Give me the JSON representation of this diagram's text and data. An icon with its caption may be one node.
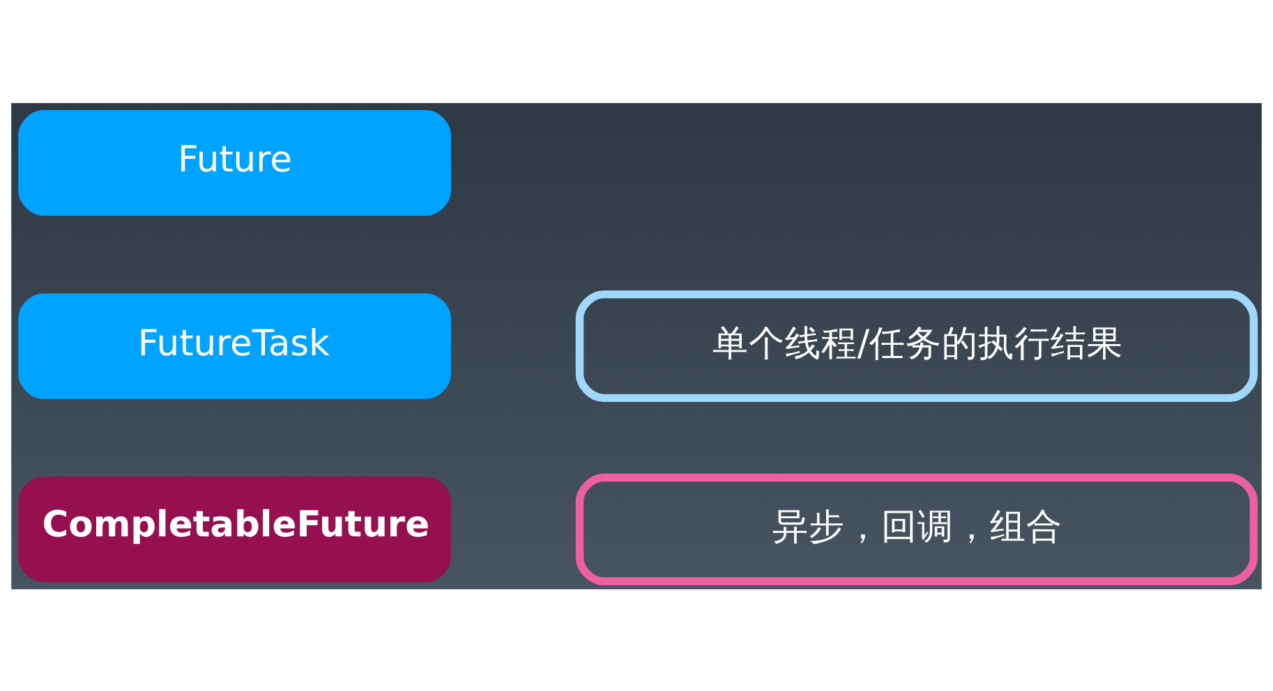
{
  "diagram": {
    "nodes": [
      {
        "text": [
          "Future"
        ]
      },
      {
        "text": [
          "FutureTask"
        ]
      },
      {
        "text": [
          "CompletableFuture"
        ]
      },
      {
        "text": [
          "单个线程/任务的执行结果"
        ]
      },
      {
        "text": [
          "异步，回调，组合"
        ]
      }
    ],
    "edges": []
  }
}
